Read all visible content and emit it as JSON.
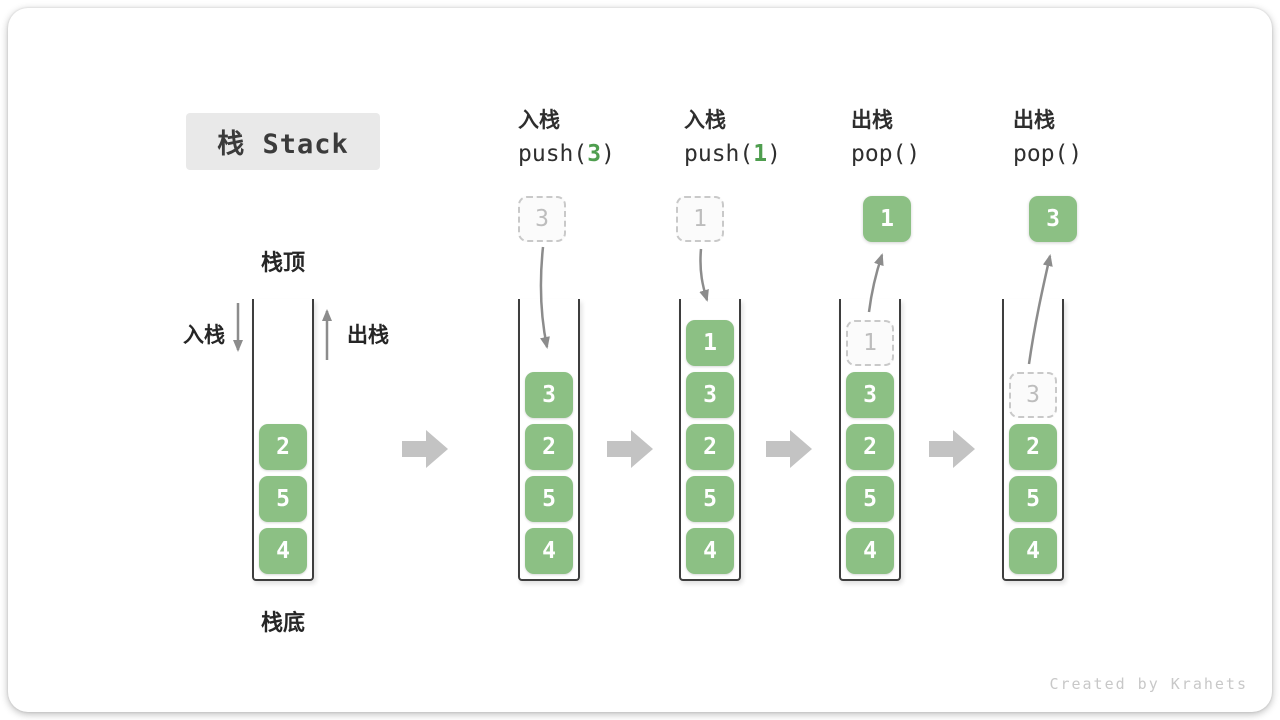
{
  "title": {
    "text": "栈 Stack"
  },
  "labels": {
    "stack_top": "栈顶",
    "stack_bottom": "栈底",
    "push_side": "入栈",
    "pop_side": "出栈"
  },
  "operations": [
    {
      "label": "入栈",
      "code_pre": "push(",
      "code_arg": "3",
      "code_post": ")"
    },
    {
      "label": "入栈",
      "code_pre": "push(",
      "code_arg": "1",
      "code_post": ")"
    },
    {
      "label": "出栈",
      "code_pre": "pop(",
      "code_arg": "",
      "code_post": ")"
    },
    {
      "label": "出栈",
      "code_pre": "pop(",
      "code_arg": "",
      "code_post": ")"
    }
  ],
  "floating_values": [
    {
      "value": "3",
      "style": "dashed"
    },
    {
      "value": "1",
      "style": "dashed"
    },
    {
      "value": "1",
      "style": "solid"
    },
    {
      "value": "3",
      "style": "solid"
    }
  ],
  "stacks": [
    {
      "items": [
        {
          "value": "2"
        },
        {
          "value": "5"
        },
        {
          "value": "4"
        }
      ]
    },
    {
      "items": [
        {
          "value": "3"
        },
        {
          "value": "2"
        },
        {
          "value": "5"
        },
        {
          "value": "4"
        }
      ]
    },
    {
      "items": [
        {
          "value": "1"
        },
        {
          "value": "3"
        },
        {
          "value": "2"
        },
        {
          "value": "5"
        },
        {
          "value": "4"
        }
      ]
    },
    {
      "items": [
        {
          "value": "1",
          "state": "ghost"
        },
        {
          "value": "3"
        },
        {
          "value": "2"
        },
        {
          "value": "5"
        },
        {
          "value": "4"
        }
      ]
    },
    {
      "items": [
        {
          "value": "3",
          "state": "ghost"
        },
        {
          "value": "2"
        },
        {
          "value": "5"
        },
        {
          "value": "4"
        }
      ]
    }
  ],
  "watermark": "Created by Krahets",
  "colors": {
    "box_green": "#8cc084",
    "code_arg_green": "#4f9e4f",
    "arrow_gray": "#8c8c8c",
    "step_arrow_gray": "#c3c3c3",
    "title_bg": "#e9e9e9",
    "ghost_border": "#c9c9c9",
    "container_border": "#3e3e3e",
    "text_dark": "#2e2e2e",
    "watermark_gray": "#c8c8c8"
  }
}
